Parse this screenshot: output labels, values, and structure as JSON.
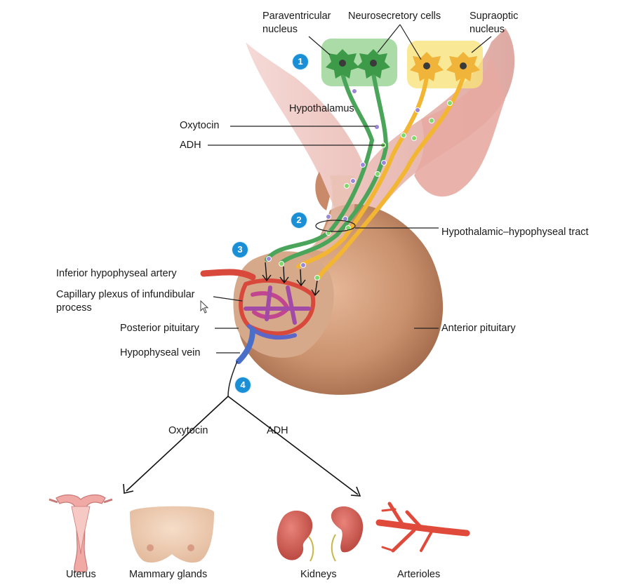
{
  "labels": {
    "paraventricular": "Paraventricular nucleus",
    "neurosecretory": "Neurosecretory cells",
    "supraoptic": "Supraoptic nucleus",
    "hypothalamus": "Hypothalamus",
    "oxytocin_top": "Oxytocin",
    "adh_top": "ADH",
    "tract": "Hypothalamic–hypophyseal tract",
    "inferior_artery": "Inferior hypophyseal artery",
    "capillary_plexus": "Capillary plexus of infundibular process",
    "posterior_pituitary": "Posterior pituitary",
    "hypophyseal_vein": "Hypophyseal vein",
    "anterior_pituitary": "Anterior pituitary",
    "oxytocin_bottom": "Oxytocin",
    "adh_bottom": "ADH",
    "uterus": "Uterus",
    "mammary": "Mammary glands",
    "kidneys": "Kidneys",
    "arterioles": "Arterioles"
  },
  "steps": [
    "1",
    "2",
    "3",
    "4"
  ],
  "colors": {
    "step_badge": "#1b8fd6",
    "oxytocin_neuron": "#4aa55a",
    "adh_neuron": "#f2b632",
    "artery": "#d8483b",
    "vein": "#4a6fc8",
    "tissue": "#c9906c"
  }
}
